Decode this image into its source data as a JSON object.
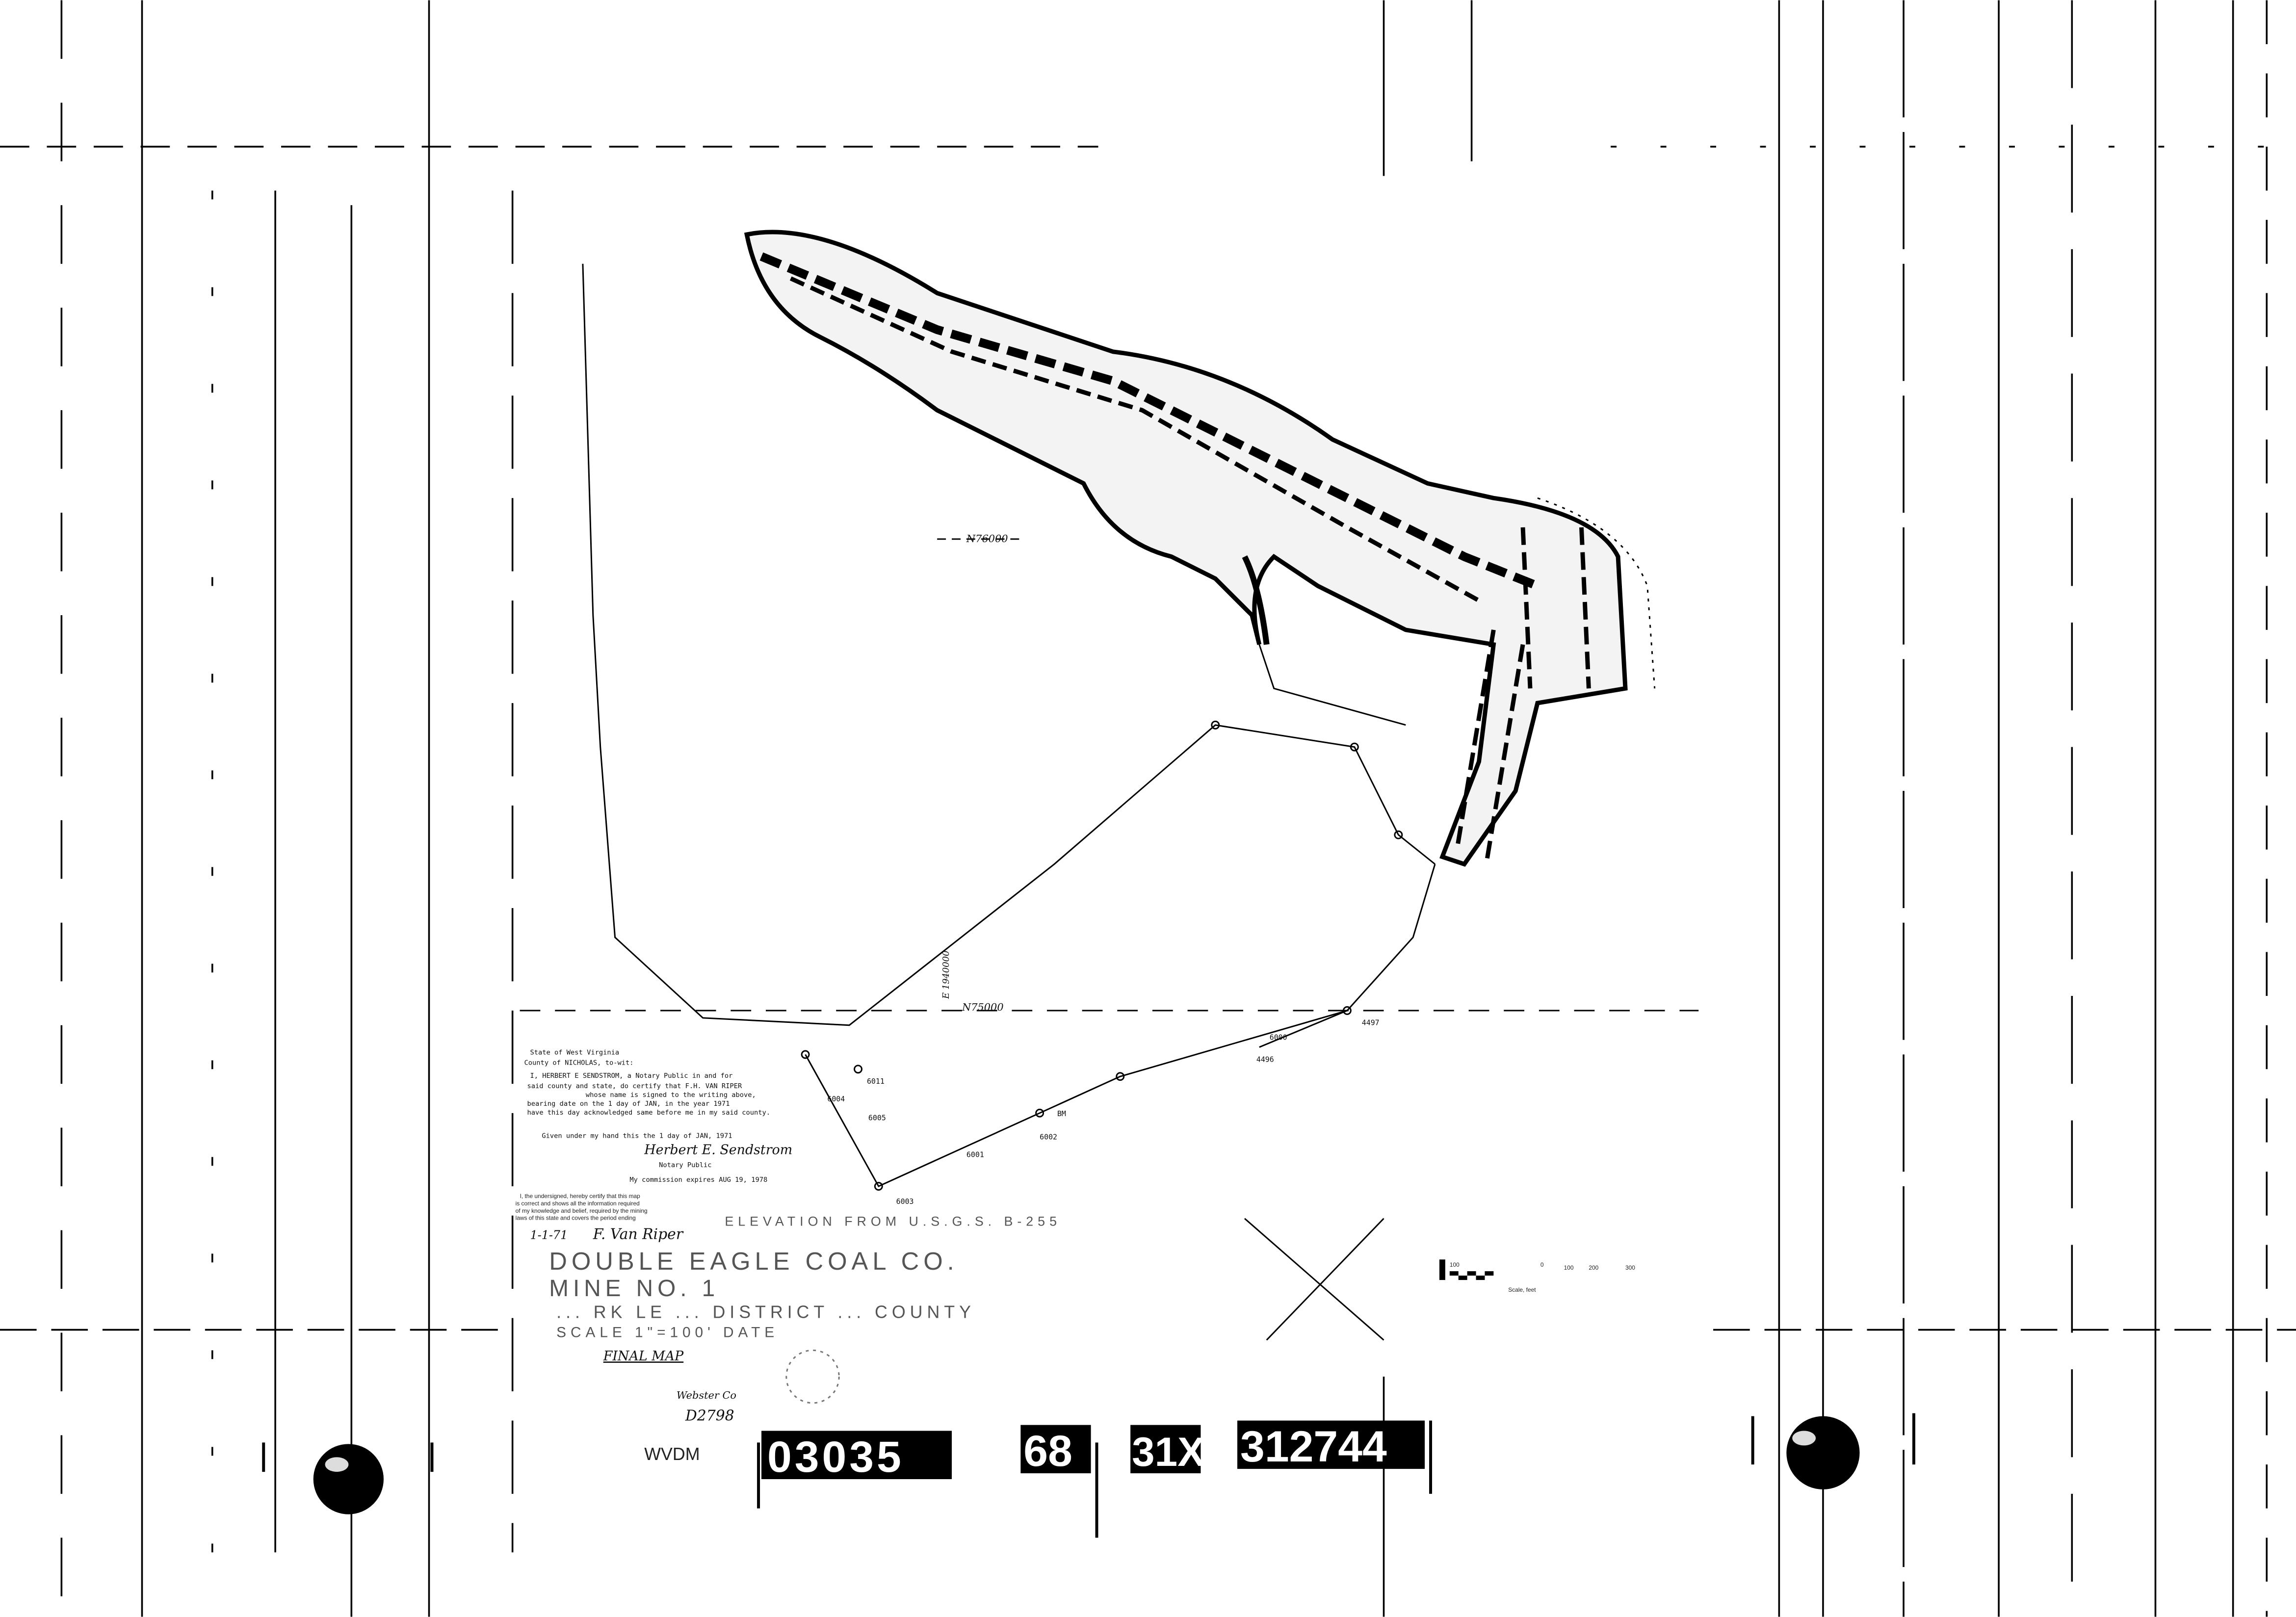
{
  "colors": {
    "ink": "#000000",
    "paper": "#ffffff",
    "faint": "#555555"
  },
  "notary": {
    "line1": "State of West Virginia",
    "line2": "County of NICHOLAS, to-wit:",
    "line3": "I, HERBERT E SENDSTROM, a Notary Public in and for",
    "line4": "said county and state, do certify that F.H. VAN RIPER",
    "line5": "whose name is signed to the writing above,",
    "line6": "bearing date on the 1 day of JAN, in the year 1971",
    "line7": "have this day acknowledged same before me in my said county.",
    "line8": "Given under my hand this the 1 day of JAN, 1971",
    "signature": "Herbert E. Sendstrom",
    "role": "Notary Public",
    "expires": "My commission expires AUG 19, 1978"
  },
  "surveyor": {
    "line1": "I, the undersigned, hereby certify that this map",
    "line2": "is correct and shows all the information required",
    "line3": "of my knowledge and belief, required by the mining",
    "line4": "laws of this state and covers the period ending",
    "date": "1-1-71",
    "signature": "F. Van Riper"
  },
  "title_block": {
    "elevation": "ELEVATION FROM U.S.G.S. B-255",
    "company": "DOUBLE EAGLE COAL CO.",
    "mine": "MINE NO. 1",
    "district": "... RK LE ...  DISTRICT ... COUNTY",
    "scale": "SCALE 1\"=100'  DATE",
    "status": "FINAL MAP",
    "county_note": "Webster Co",
    "map_id": "D2798"
  },
  "grid_labels": {
    "north_upper": "N76000",
    "north_lower": "N75000",
    "east": "E 1940000"
  },
  "stations": [
    "6011",
    "6005",
    "6004",
    "6003",
    "6002",
    "6001",
    "6000",
    "4496",
    "4497",
    "BM"
  ],
  "scale_bar": {
    "labels": [
      "100",
      "0",
      "100",
      "200",
      "300"
    ],
    "caption": "Scale, feet"
  },
  "film": {
    "prefix": "WVDM",
    "roll": "03035",
    "frame": "68",
    "code": "31X",
    "number": "312744"
  }
}
